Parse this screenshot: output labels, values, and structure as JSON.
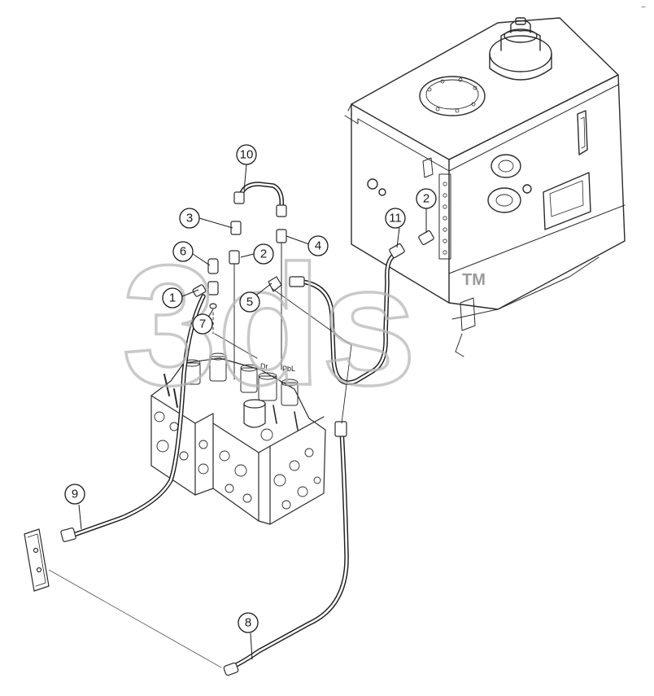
{
  "diagram": {
    "callouts": [
      {
        "id": "callout-1",
        "label": "1"
      },
      {
        "id": "callout-2a",
        "label": "2"
      },
      {
        "id": "callout-2b",
        "label": "2"
      },
      {
        "id": "callout-3",
        "label": "3"
      },
      {
        "id": "callout-4",
        "label": "4"
      },
      {
        "id": "callout-5",
        "label": "5"
      },
      {
        "id": "callout-6",
        "label": "6"
      },
      {
        "id": "callout-7",
        "label": "7"
      },
      {
        "id": "callout-8",
        "label": "8"
      },
      {
        "id": "callout-9",
        "label": "9"
      },
      {
        "id": "callout-10",
        "label": "10"
      },
      {
        "id": "callout-11",
        "label": "11"
      }
    ],
    "port_labels": {
      "dr": "Dr",
      "pbl": "PbL"
    },
    "watermark": {
      "text": "3ds",
      "tm": "TM"
    },
    "corner_mark": "~",
    "colors": {
      "ink": "#2b2b2b",
      "watermark": "#b8b8b8"
    }
  }
}
